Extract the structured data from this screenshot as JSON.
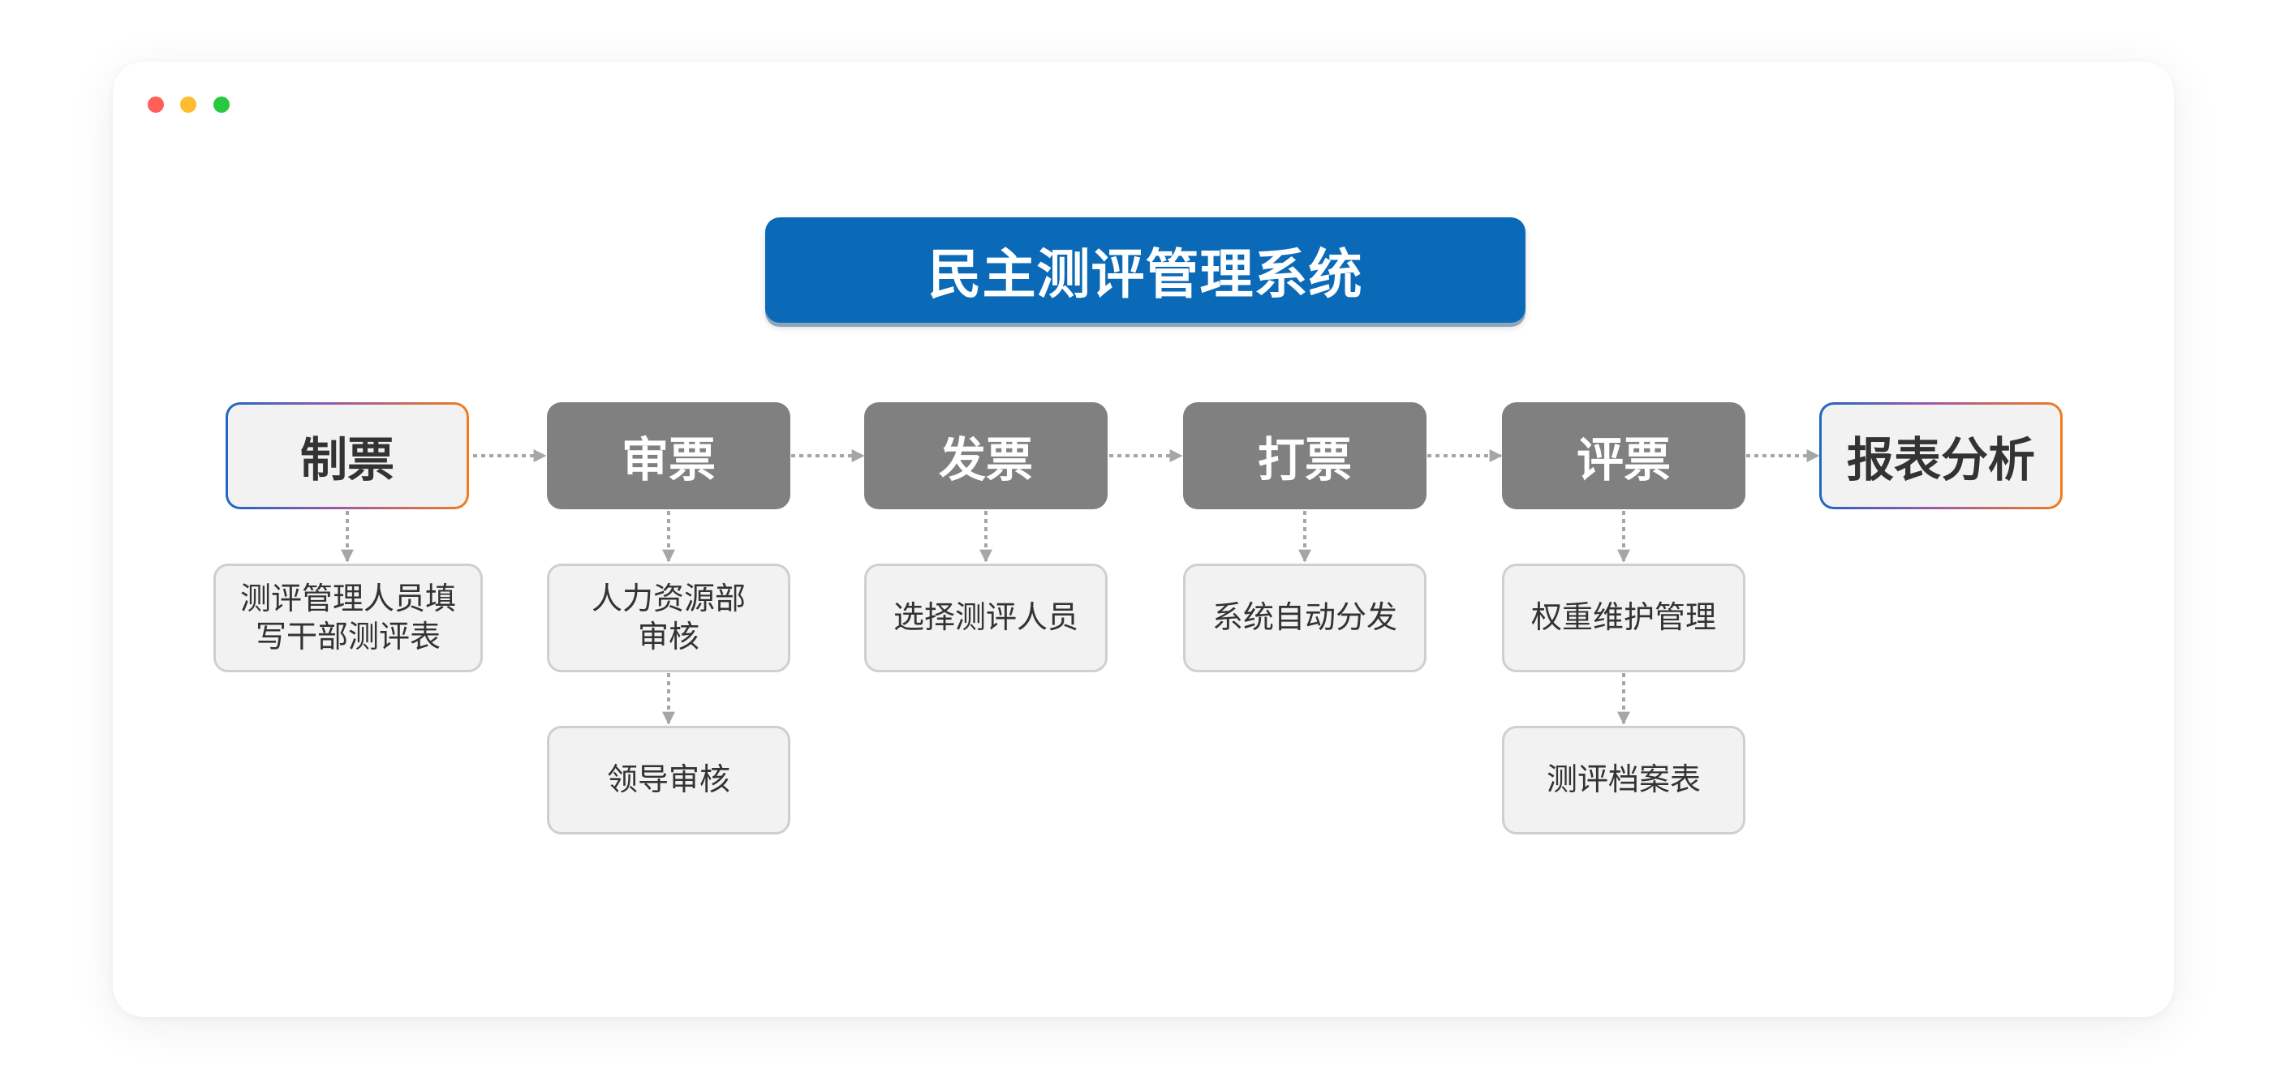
{
  "title": "民主测评管理系统",
  "stages": [
    {
      "label": "制票",
      "style": "light"
    },
    {
      "label": "审票",
      "style": "dark"
    },
    {
      "label": "发票",
      "style": "dark"
    },
    {
      "label": "打票",
      "style": "dark"
    },
    {
      "label": "评票",
      "style": "dark"
    },
    {
      "label": "报表分析",
      "style": "light"
    }
  ],
  "details": {
    "zhipiao": {
      "line1": "测评管理人员填",
      "line2": "写干部测评表"
    },
    "shenpiao_hr": {
      "line1": "人力资源部",
      "line2": "审核"
    },
    "shenpiao_leader": "领导审核",
    "fapiao": "选择测评人员",
    "dapiao": "系统自动分发",
    "pingpiao_weight": "权重维护管理",
    "pingpiao_archive": "测评档案表"
  },
  "colors": {
    "title_bg": "#0a6ab8",
    "stage_dark": "#808080",
    "stage_light": "#f2f2f2",
    "border_gradient_start": "#1f66c4",
    "border_gradient_end": "#f07d1e",
    "connector": "#a6a6a6"
  }
}
